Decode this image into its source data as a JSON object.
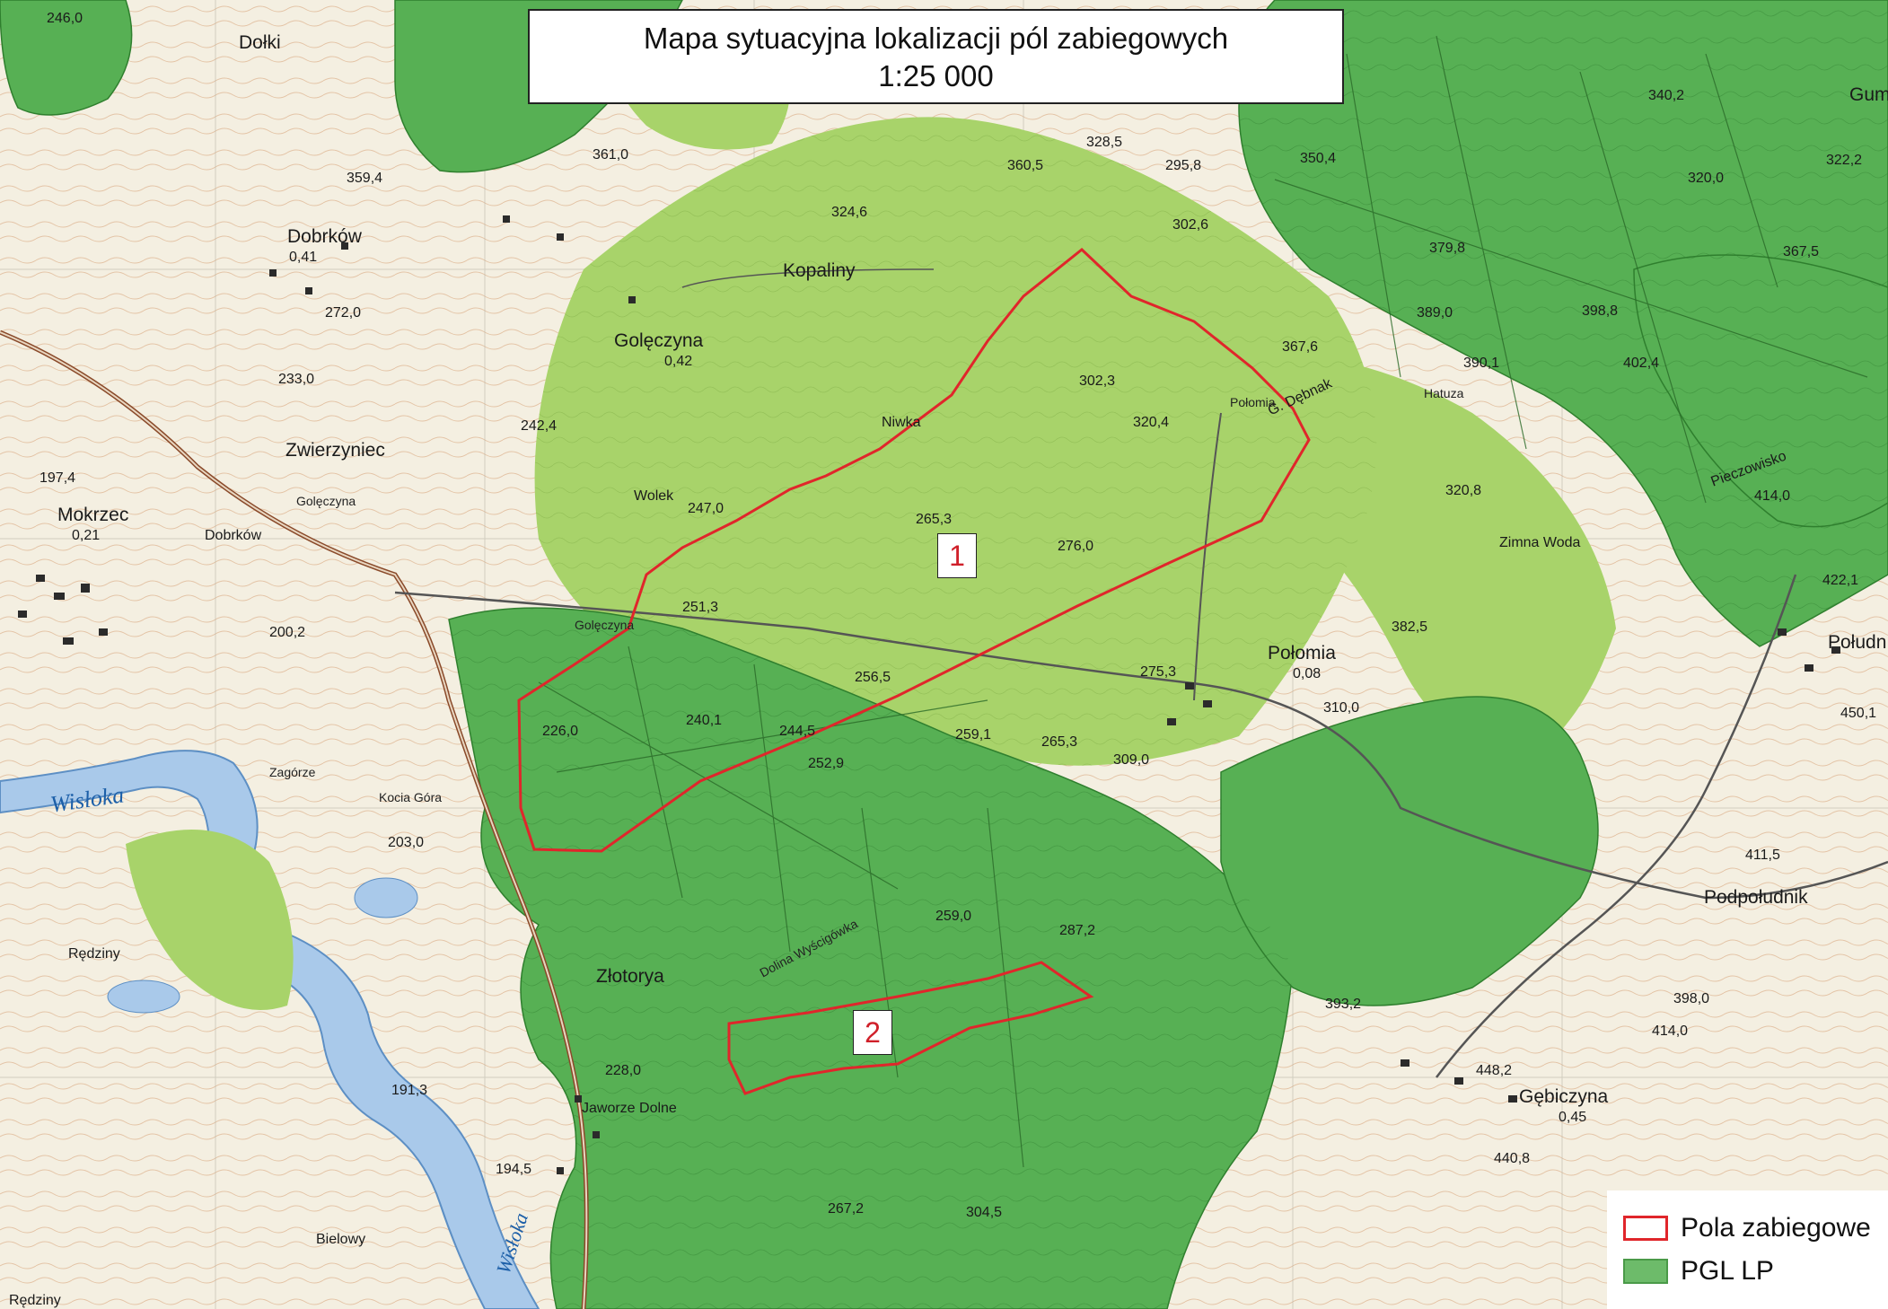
{
  "title": {
    "line1": "Mapa sytuacyjna lokalizacji pól zabiegowych",
    "line2": "1:25 000"
  },
  "fields": [
    {
      "label": "1"
    },
    {
      "label": "2"
    }
  ],
  "legend": {
    "items": [
      {
        "label": "Pola zabiegowe",
        "symbol": "red-outline",
        "color": "#e0262b"
      },
      {
        "label": "PGL LP",
        "symbol": "green-fill",
        "color": "#6dbb6a"
      }
    ]
  },
  "places": {
    "dolki": "Dołki",
    "dobrkow": "Dobrków",
    "dobrkow_val": "0,41",
    "kopaliny": "Kopaliny",
    "goleczyna": "Golęczyna",
    "goleczyna_val": "0,42",
    "zwierzyniec": "Zwierzyniec",
    "mokrzec": "Mokrzec",
    "mokrzec_val": "0,21",
    "dobrkow2": "Dobrków",
    "goleczyna2": "Golęczyna",
    "goleczyna3": "Golęczyna",
    "niwka": "Niwka",
    "wolek": "Wolek",
    "polomia": "Połomia",
    "polomia_val": "0,08",
    "polomia2": "Połomia",
    "gdebnak": "G. Dębnak",
    "hatuza": "Hatuza",
    "zimna_woda": "Zimna Woda",
    "pieczowisko": "Pieczowisko",
    "zlotorya": "Złotorya",
    "redziny": "Rędziny",
    "redziny2": "Rędziny",
    "jaworze": "Jaworze Dolne",
    "bielowy": "Bielowy",
    "podpoludnik": "Podpołudnik",
    "poludnik": "Połudn",
    "gebiczyna": "Gębiczyna",
    "gebiczyna_val": "0,45",
    "gum": "Gum",
    "zagorze": "Zagórze",
    "kocia_gora": "Kocia Góra",
    "wyscigowka": "Dolina Wyścigówka",
    "wisloka1": "Wisłoka",
    "wisloka2": "Wisłoka"
  },
  "elevations": [
    "246,0",
    "361,0",
    "359,4",
    "360,5",
    "328,5",
    "295,8",
    "302,6",
    "324,6",
    "272,0",
    "233,0",
    "242,4",
    "197,4",
    "302,3",
    "320,4",
    "367,6",
    "320,8",
    "265,3",
    "276,0",
    "247,0",
    "251,3",
    "256,5",
    "240,1",
    "244,5",
    "252,9",
    "259,1",
    "265,3",
    "275,3",
    "310,0",
    "382,5",
    "226,0",
    "203,0",
    "200,2",
    "259,0",
    "287,2",
    "393,2",
    "228,0",
    "304,5",
    "267,2",
    "414,0",
    "398,0",
    "411,5",
    "448,2",
    "440,8",
    "414,0",
    "422,1",
    "450,1",
    "340,2",
    "322,2",
    "350,4",
    "379,8",
    "389,0",
    "398,8",
    "390,1",
    "402,4",
    "367,5",
    "320,0",
    "194,5",
    "191,3",
    "309,0"
  ],
  "colors": {
    "forest_dark": "#3e9d3c",
    "forest_mid": "#57b054",
    "forest_light": "#a8d36a",
    "water": "#a9c9ea",
    "field_outline": "#e0262b"
  }
}
